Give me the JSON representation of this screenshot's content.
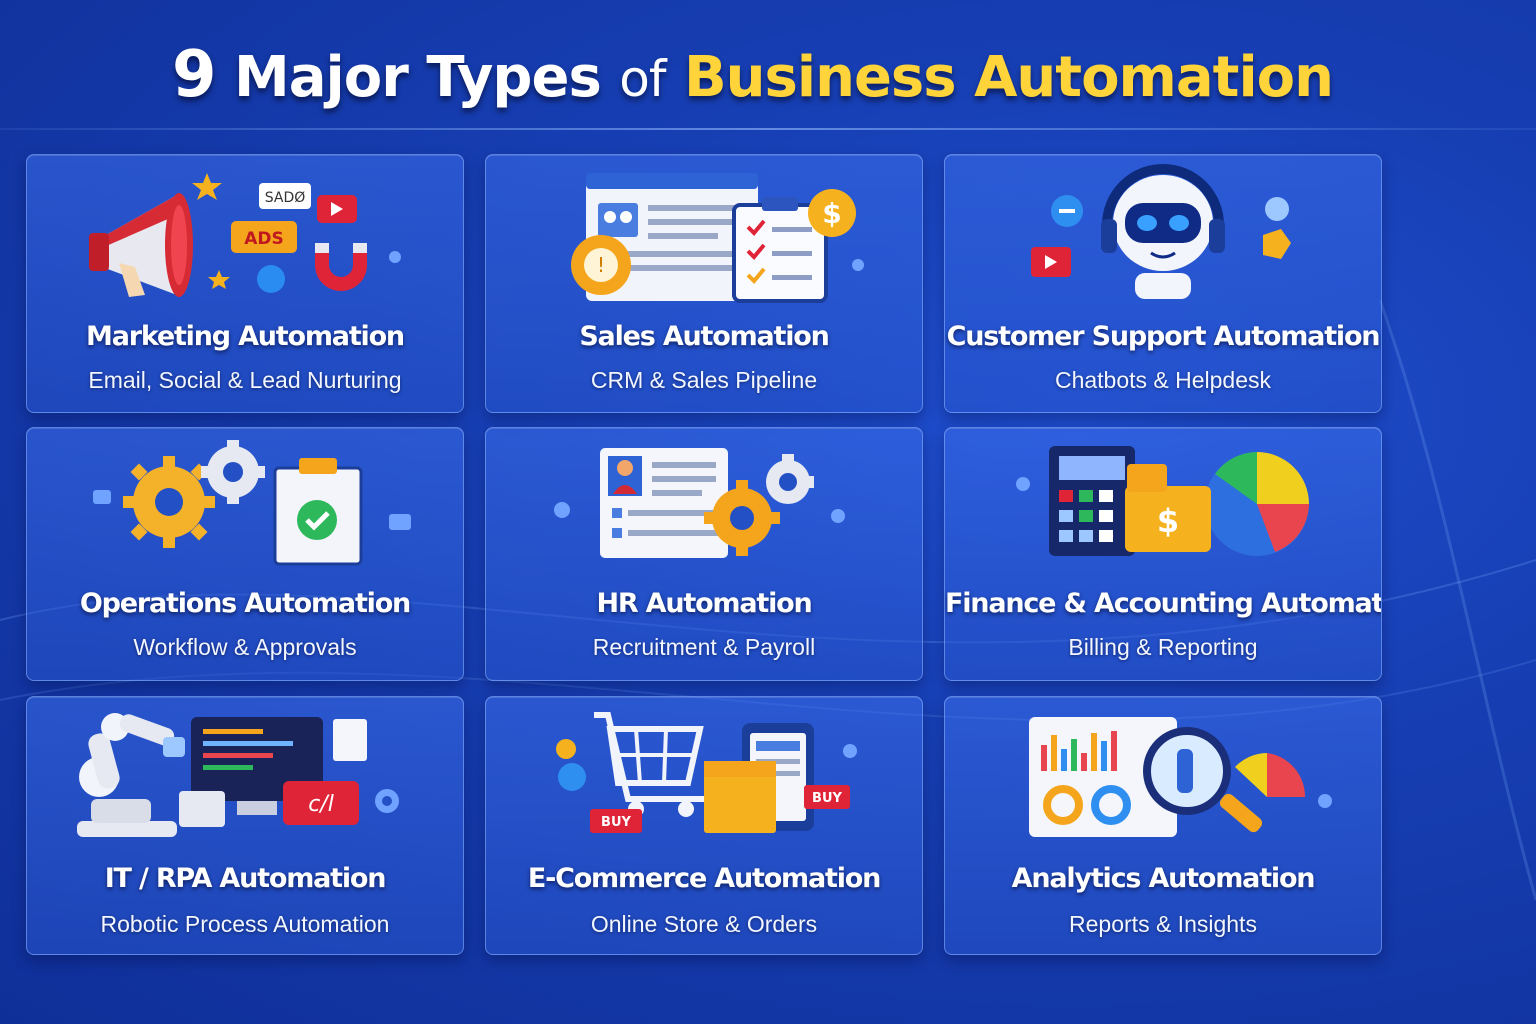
{
  "title": {
    "number": "9",
    "part1": "Major Types",
    "part2": "of",
    "part3": "Business Automation"
  },
  "colors": {
    "highlight": "#ffd43b",
    "background": "#173fb4"
  },
  "cards": [
    {
      "name": "Marketing Automation",
      "desc": "Email, Social & Lead Nurturing",
      "icon": "megaphone-icon",
      "labels": [
        "SADØ",
        "ADS"
      ]
    },
    {
      "name": "Sales Automation",
      "desc": "CRM & Sales Pipeline",
      "icon": "crm-dashboard-icon",
      "labels": [
        "$"
      ]
    },
    {
      "name": "Customer Support Automation",
      "desc": "Chatbots & Helpdesk",
      "icon": "chatbot-icon"
    },
    {
      "name": "Operations Automation",
      "desc": "Workflow & Approvals",
      "icon": "gears-clipboard-icon"
    },
    {
      "name": "HR Automation",
      "desc": "Recruitment & Payroll",
      "icon": "profile-card-icon"
    },
    {
      "name": "Finance & Accounting Automation",
      "desc": "Billing & Reporting",
      "icon": "calculator-chart-icon",
      "labels": [
        "$"
      ]
    },
    {
      "name": "IT / RPA Automation",
      "desc": "Robotic Process Automation",
      "icon": "robot-arm-icon",
      "labels": [
        "c/l"
      ]
    },
    {
      "name": "E-Commerce Automation",
      "desc": "Online Store & Orders",
      "icon": "shopping-cart-icon",
      "labels": [
        "BUY",
        "BUY"
      ]
    },
    {
      "name": "Analytics Automation",
      "desc": "Reports & Insights",
      "icon": "magnifier-chart-icon"
    }
  ]
}
